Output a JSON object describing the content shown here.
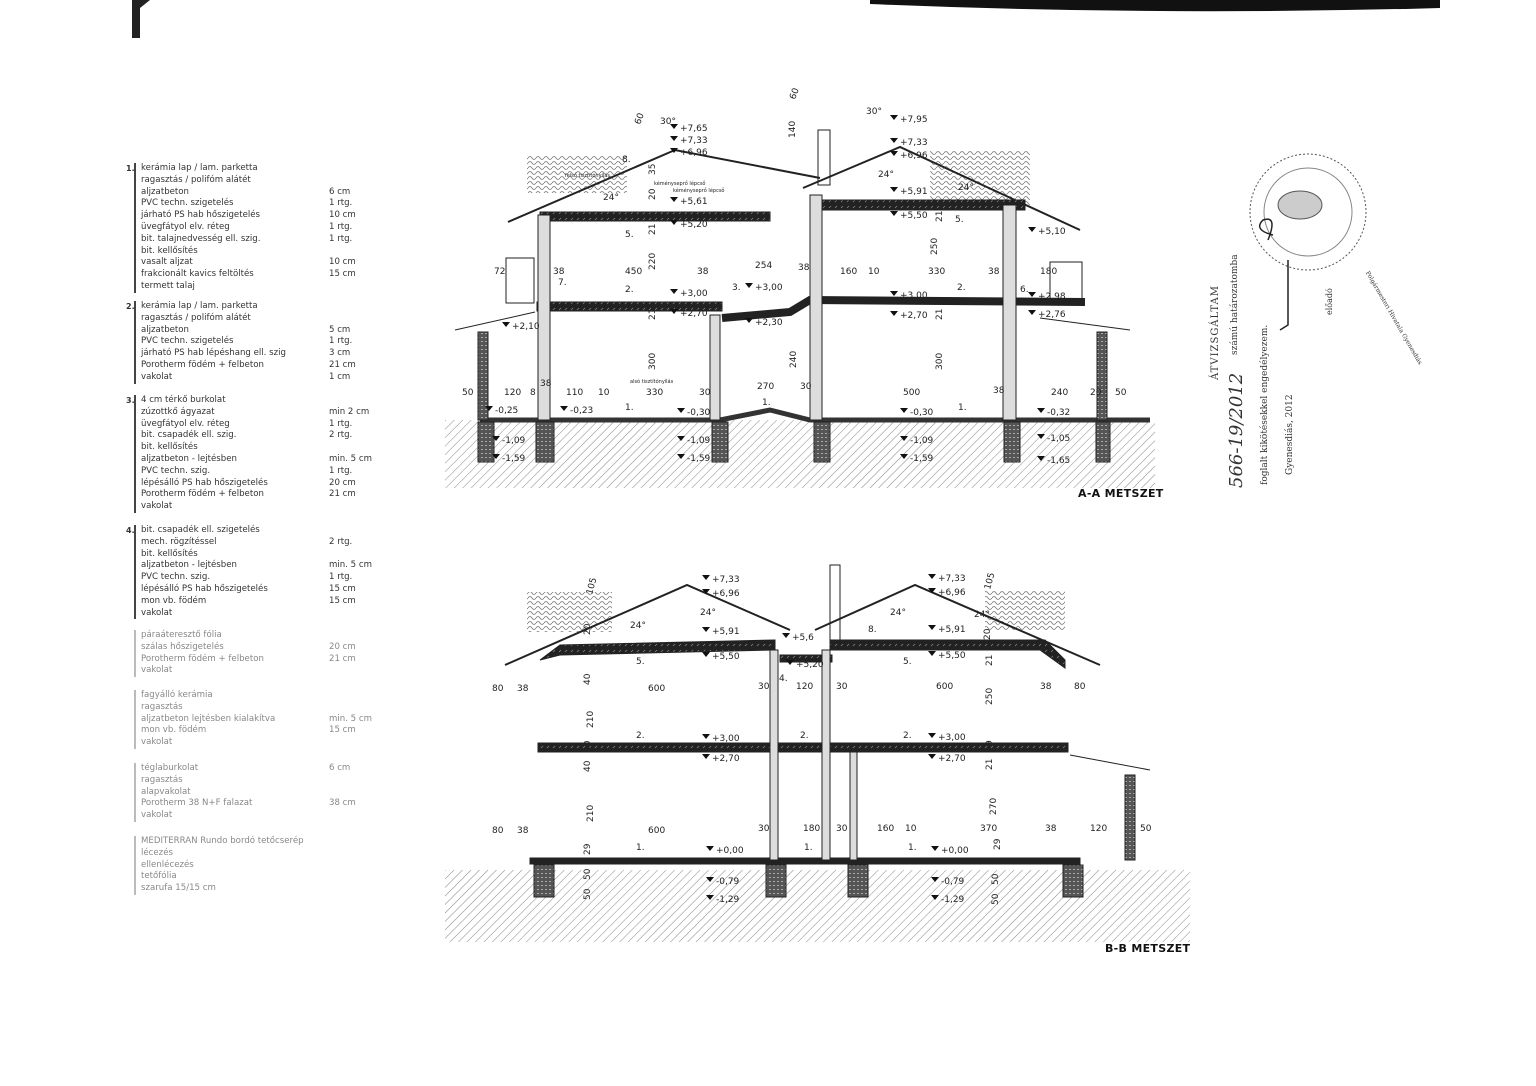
{
  "legend": [
    {
      "num": "1.",
      "rows": [
        [
          "kerámia lap / lam. parketta",
          ""
        ],
        [
          "ragasztás / polifóm alátét",
          ""
        ],
        [
          "aljzatbeton",
          "6 cm"
        ],
        [
          "PVC techn. szigetelés",
          "1 rtg."
        ],
        [
          "járható PS hab hőszigetelés",
          "10 cm"
        ],
        [
          "üvegfátyol elv. réteg",
          "1 rtg."
        ],
        [
          "bit. talajnedvesség ell. szig.",
          "1 rtg."
        ],
        [
          "bit. kellősítés",
          ""
        ],
        [
          "vasalt aljzat",
          "10 cm"
        ],
        [
          "frakcionált kavics feltöltés",
          "15 cm"
        ],
        [
          "termett talaj",
          ""
        ]
      ]
    },
    {
      "num": "2.",
      "rows": [
        [
          "kerámia lap / lam. parketta",
          ""
        ],
        [
          "ragasztás / polifóm alátét",
          ""
        ],
        [
          "aljzatbeton",
          "5 cm"
        ],
        [
          "PVC techn. szigetelés",
          "1 rtg."
        ],
        [
          "járható PS hab lépéshang ell. szig",
          "3 cm"
        ],
        [
          "Porotherm födém + felbeton",
          "21 cm"
        ],
        [
          "vakolat",
          "1 cm"
        ]
      ]
    },
    {
      "num": "3.",
      "rows": [
        [
          "4 cm térkő burkolat",
          ""
        ],
        [
          "zúzottkő ágyazat",
          "min 2 cm"
        ],
        [
          "üvegfátyol elv. réteg",
          "1 rtg."
        ],
        [
          "bit. csapadék ell. szig.",
          "2 rtg."
        ],
        [
          "bit. kellősítés",
          ""
        ],
        [
          "aljzatbeton - lejtésben",
          "min. 5 cm"
        ],
        [
          "PVC techn. szig.",
          "1 rtg."
        ],
        [
          "lépésálló PS hab hőszigetelés",
          "20 cm"
        ],
        [
          "Porotherm födém + felbeton",
          "21 cm"
        ],
        [
          "vakolat",
          ""
        ]
      ]
    },
    {
      "num": "4.",
      "rows": [
        [
          "bit. csapadék ell. szigetelés",
          ""
        ],
        [
          "mech. rögzítéssel",
          "2 rtg."
        ],
        [
          "bit. kellősítés",
          ""
        ],
        [
          "aljzatbeton - lejtésben",
          "min. 5 cm"
        ],
        [
          "PVC techn. szig.",
          "1 rtg."
        ],
        [
          "lépésálló PS hab hőszigetelés",
          "15 cm"
        ],
        [
          "mon vb. födém",
          "15 cm"
        ],
        [
          "vakolat",
          ""
        ]
      ]
    },
    {
      "num": "",
      "rows": [
        [
          "páraáteresztő fólia",
          ""
        ],
        [
          "szálas hőszigetelés",
          "20 cm"
        ],
        [
          "Porotherm födém + felbeton",
          "21 cm"
        ],
        [
          "vakolat",
          ""
        ]
      ]
    },
    {
      "num": "",
      "rows": [
        [
          "fagyálló kerámia",
          ""
        ],
        [
          "ragasztás",
          ""
        ],
        [
          "aljzatbeton lejtésben kialakítva",
          "min. 5 cm"
        ],
        [
          "mon vb. födém",
          "15 cm"
        ],
        [
          "vakolat",
          ""
        ]
      ]
    },
    {
      "num": "",
      "rows": [
        [
          "téglaburkolat",
          "6 cm"
        ],
        [
          "ragasztás",
          ""
        ],
        [
          "alapvakolat",
          ""
        ],
        [
          "Porotherm 38 N+F falazat",
          "38 cm"
        ],
        [
          "vakolat",
          ""
        ]
      ]
    },
    {
      "num": "",
      "rows": [
        [
          "MEDITERRAN Rundo bordó tetőcserép",
          ""
        ],
        [
          "lécezés",
          ""
        ],
        [
          "ellenlécezés",
          ""
        ],
        [
          "tetőfólia",
          ""
        ],
        [
          "szarufa 15/15 cm",
          ""
        ]
      ]
    }
  ],
  "section_aa": {
    "title": "A-A METSZET",
    "labels": [
      "30°",
      "+7,65",
      "+7,33",
      "+6,96",
      "felső tisztítónyílás",
      "kéményseprő lépcső",
      "kéményseprő lépcső",
      "24°",
      "+5,61",
      "+5,20",
      "+3,00",
      "+2,70",
      "+2,10",
      "+3,00",
      "+2,30",
      "30°",
      "+7,95",
      "+7,33",
      "+6,96",
      "24°",
      "24°",
      "+5,91",
      "+5,50",
      "+5,10",
      "+3,00",
      "+2,70",
      "+2,98",
      "+2,76",
      "72",
      "38",
      "450",
      "38",
      "254",
      "38",
      "160",
      "10",
      "330",
      "38",
      "180",
      "50",
      "120",
      "8",
      "38",
      "110",
      "10",
      "alsó tisztítónyílás",
      "330",
      "30",
      "270",
      "30",
      "500",
      "38",
      "240",
      "20",
      "50",
      "300",
      "240",
      "300",
      "-0,25",
      "-0,23",
      "-0,30",
      "-0,30",
      "-0,32",
      "-1,09",
      "-1,59",
      "-1,09",
      "-1,59",
      "-1,09",
      "-1,59",
      "-1,05",
      "-1,65",
      "60",
      "60",
      "140",
      "35",
      "20",
      "21",
      "21",
      "220",
      "250",
      "21",
      "21",
      "1.",
      "1.",
      "1.",
      "2.",
      "2.",
      "3.",
      "5.",
      "5.",
      "6.",
      "7.",
      "8."
    ]
  },
  "section_bb": {
    "title": "B-B METSZET",
    "labels": [
      "+7,33",
      "+6,96",
      "24°",
      "24°",
      "+5,91",
      "+5,50",
      "+5,6",
      "+5,20",
      "+7,33",
      "+6,96",
      "24°",
      "+5,91",
      "24°",
      "+5,50",
      "+3,00",
      "+2,70",
      "+3,00",
      "+2,70",
      "80",
      "38",
      "600",
      "30",
      "120",
      "30",
      "600",
      "38",
      "80",
      "80",
      "38",
      "600",
      "30",
      "180",
      "30",
      "160",
      "10",
      "370",
      "38",
      "120",
      "50",
      "+0,00",
      "-0,79",
      "-1,29",
      "+0,00",
      "-0,79",
      "-1,29",
      "105",
      "105",
      "20",
      "20",
      "40",
      "210",
      "30",
      "40",
      "210",
      "250",
      "21",
      "9",
      "21",
      "270",
      "29",
      "29",
      "50",
      "50",
      "50",
      "50",
      "1.",
      "1.",
      "1.",
      "2.",
      "2.",
      "2.",
      "5.",
      "5.",
      "8.",
      "4."
    ]
  },
  "stamp": {
    "heading": "ÁTVIZSGÁLTAM",
    "number": "566-19/2012",
    "line1_suffix": "számú határozatomba",
    "line2": "foglalt kikötésekkel engedélyezem.",
    "line3": "Gyenesdiás, 2012",
    "role": "előadó",
    "seal": "Polgármesteri Hivatala Gyenesdiás"
  },
  "colors": {
    "ink": "#1a1a1a",
    "paper": "#ffffff",
    "hatch": "#777777"
  }
}
